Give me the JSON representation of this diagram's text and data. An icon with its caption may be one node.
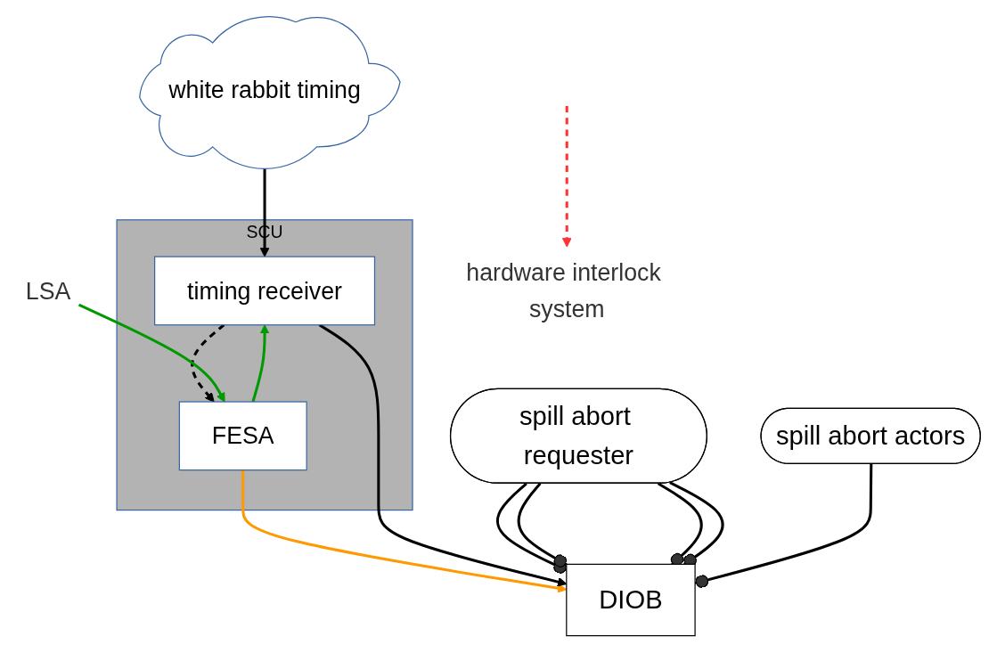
{
  "diagram": {
    "nodes": [
      {
        "text": [
          "white rabbit timing"
        ]
      },
      {
        "text": [
          "SCU"
        ]
      },
      {
        "text": [
          "FESA"
        ],
        "in": 1
      },
      {
        "text": [
          "timing receiver"
        ],
        "in": 1
      },
      {
        "text": [
          "LSA"
        ]
      },
      {
        "text": [
          "DIOB"
        ]
      },
      {
        "text": [
          "spill abort requester"
        ]
      },
      {
        "text": [
          "spill abort actors"
        ]
      },
      {
        "text": [
          "hardware interlock system"
        ]
      }
    ],
    "edges": [
      {
        "from": 0,
        "to": 3,
        "arrow": "to"
      },
      {
        "from": 3,
        "to": 2,
        "arrow": "to",
        "style": "dashed"
      },
      {
        "from": 4,
        "to": 2,
        "arrow": "to",
        "color": "#009900"
      },
      {
        "from": 2,
        "to": 3,
        "arrow": "to",
        "color": "#009900"
      },
      {
        "from": 2,
        "to": 5,
        "arrow": "to",
        "color": "#ff9900"
      },
      {
        "from": 3,
        "to": 5,
        "arrow": "to"
      },
      {
        "from": 6,
        "to": 5,
        "arrow": "other"
      },
      {
        "from": 6,
        "to": 5,
        "arrow": "other"
      },
      {
        "from": 6,
        "to": 5,
        "arrow": "other"
      },
      {
        "from": 6,
        "to": 5,
        "arrow": "other"
      },
      {
        "from": 7,
        "to": 5,
        "arrow": "other"
      },
      {
        "from": null,
        "to": 8,
        "arrow": "to",
        "style": "dashed",
        "color": "#ff3333"
      }
    ]
  }
}
